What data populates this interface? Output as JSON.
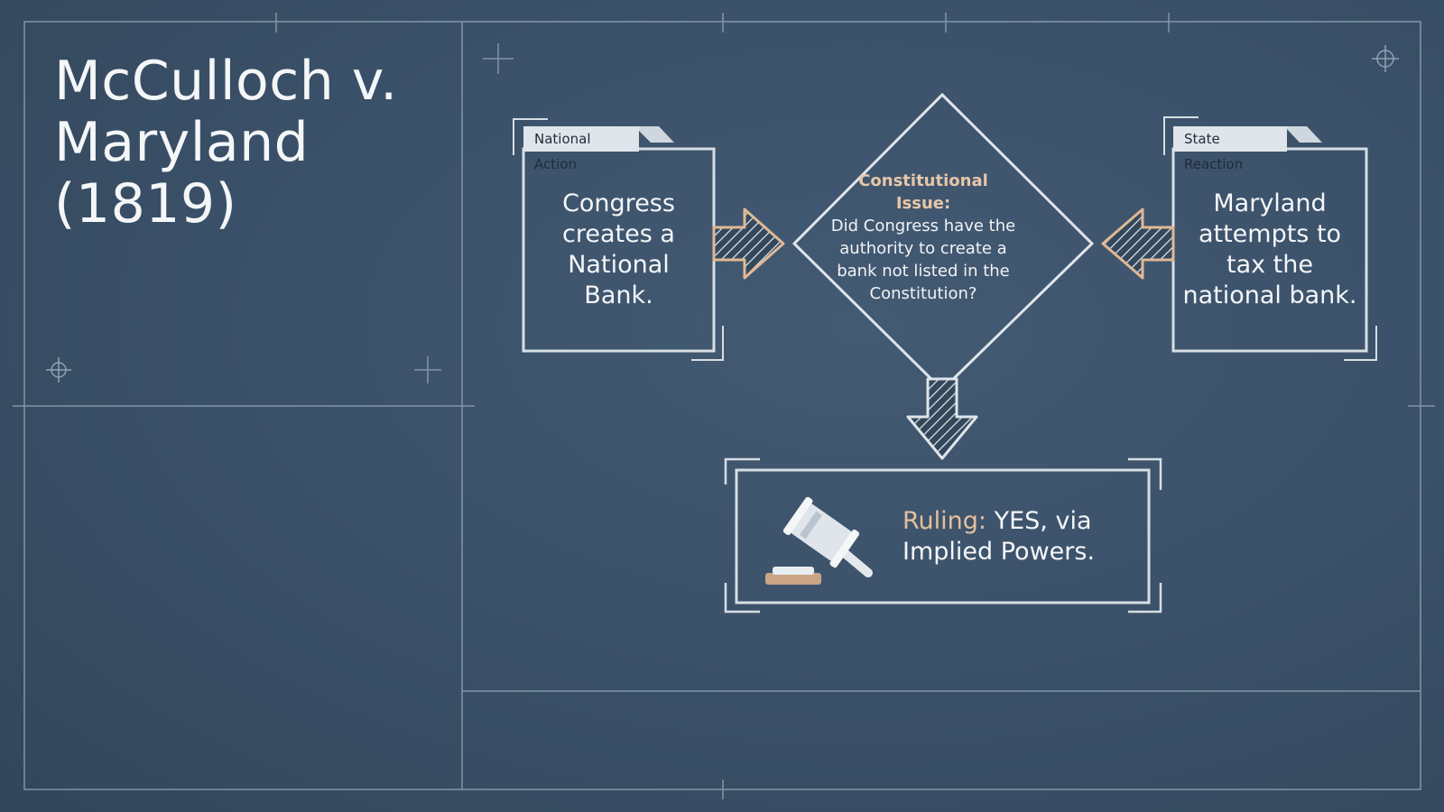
{
  "title": {
    "line1": "McCulloch v.",
    "line2": "Maryland",
    "line3": "(1819)"
  },
  "national_action": {
    "tab_label": "National Action",
    "text": "Congress creates a National Bank."
  },
  "constitutional_issue": {
    "label": "Constitutional Issue:",
    "question": "Did Congress have the authority to create a bank not listed in the Constitution?"
  },
  "state_reaction": {
    "tab_label": "State Reaction",
    "text": "Maryland attempts to tax the national bank."
  },
  "ruling": {
    "label": "Ruling:",
    "text": "YES, via Implied Powers."
  },
  "icons": {
    "gavel": "gavel-icon",
    "arrow_right": "arrow-right-icon",
    "arrow_left": "arrow-left-icon",
    "arrow_down": "arrow-down-icon",
    "crosshair": "crosshair-icon"
  },
  "colors": {
    "background": "#3a5068",
    "line": "#c9d3dc",
    "accent": "#e4c09c",
    "tab_fill": "#dfe5ea"
  }
}
